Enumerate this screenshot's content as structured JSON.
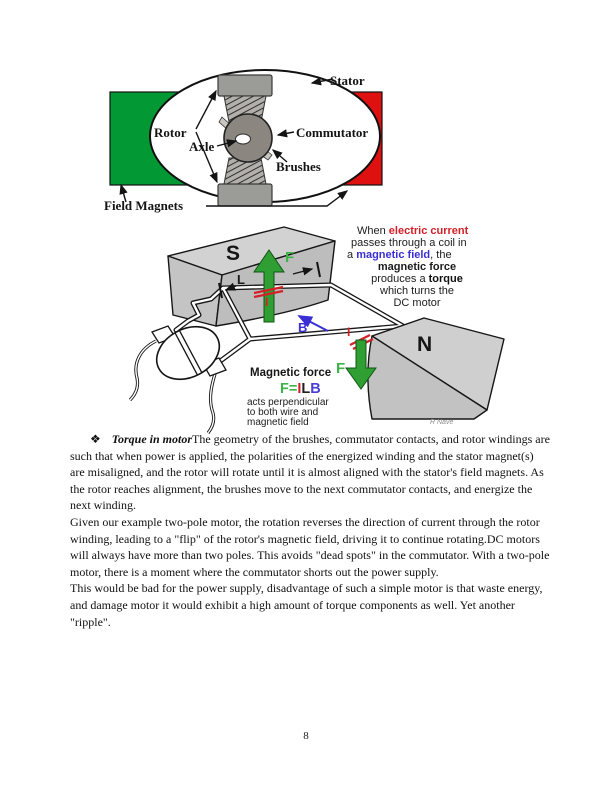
{
  "page": {
    "number": "8"
  },
  "diagram1": {
    "labels": {
      "stator": "Stator",
      "rotor": "Rotor",
      "commutator": "Commutator",
      "axle": "Axle",
      "brushes": "Brushes",
      "field_magnets": "Field Magnets"
    },
    "colors": {
      "left_magnet_green": "#029934",
      "right_magnet_red": "#df1010",
      "rotor_gray": "#9b9b97",
      "commutator_gray": "#8b8780"
    }
  },
  "diagram2": {
    "magnet_s": "S",
    "magnet_n": "N",
    "force_top": "F",
    "force_bottom": "F",
    "current_top": "I",
    "current_right": "I",
    "field_b": "B",
    "length_l": "L",
    "caption": {
      "seg_when": "When ",
      "seg_electric_current": "electric current",
      "line2": "passes through a  coil in",
      "seg_a": "a ",
      "seg_magnetic_field": "magnetic field",
      "seg_the": ", the",
      "seg_magnetic_force": "magnetic force",
      "seg_produces": "produces a ",
      "seg_torque": "torque",
      "line6": "which turns the",
      "line7": "DC motor"
    },
    "formula": {
      "title": "Magnetic force",
      "f": "F",
      "eq": "=",
      "i": "I",
      "l": "L",
      "b": "B",
      "desc1": "acts perpendicular",
      "desc2": "to both wire and",
      "desc3": "magnetic field"
    },
    "credit": "R Nave",
    "colors": {
      "force_green": "#2f9e33",
      "caption_green": "#3cb44a",
      "current_red": "#d42027",
      "field_blue": "#3a2fd4",
      "formula_b_blue": "#4a3fd4",
      "magnet_gray": "#cfcfcf"
    }
  },
  "body": {
    "bullet": "❖",
    "heading": "Torque in motor",
    "paragraph1": "The geometry of the brushes, commutator contacts, and rotor windings are such that when power is applied, the polarities of the energized winding and the stator magnet(s) are misaligned, and the rotor will rotate until it is almost aligned with the stator's field magnets. As the rotor reaches alignment, the brushes move to the next commutator contacts, and energize the next winding.",
    "paragraph2": "Given our example two-pole motor, the rotation reverses the direction of current through the rotor winding, leading to a \"flip\" of the rotor's magnetic field, driving it to continue rotating.DC motors will always have more than two poles. This avoids \"dead spots\" in the commutator. With a two-pole motor, there is a moment where the commutator shorts out the power supply.",
    "paragraph3": "This would be bad for the power supply, disadvantage of such a simple motor is that waste energy, and damage motor it would exhibit a high amount of torque components as well. Yet another \"ripple\"."
  }
}
